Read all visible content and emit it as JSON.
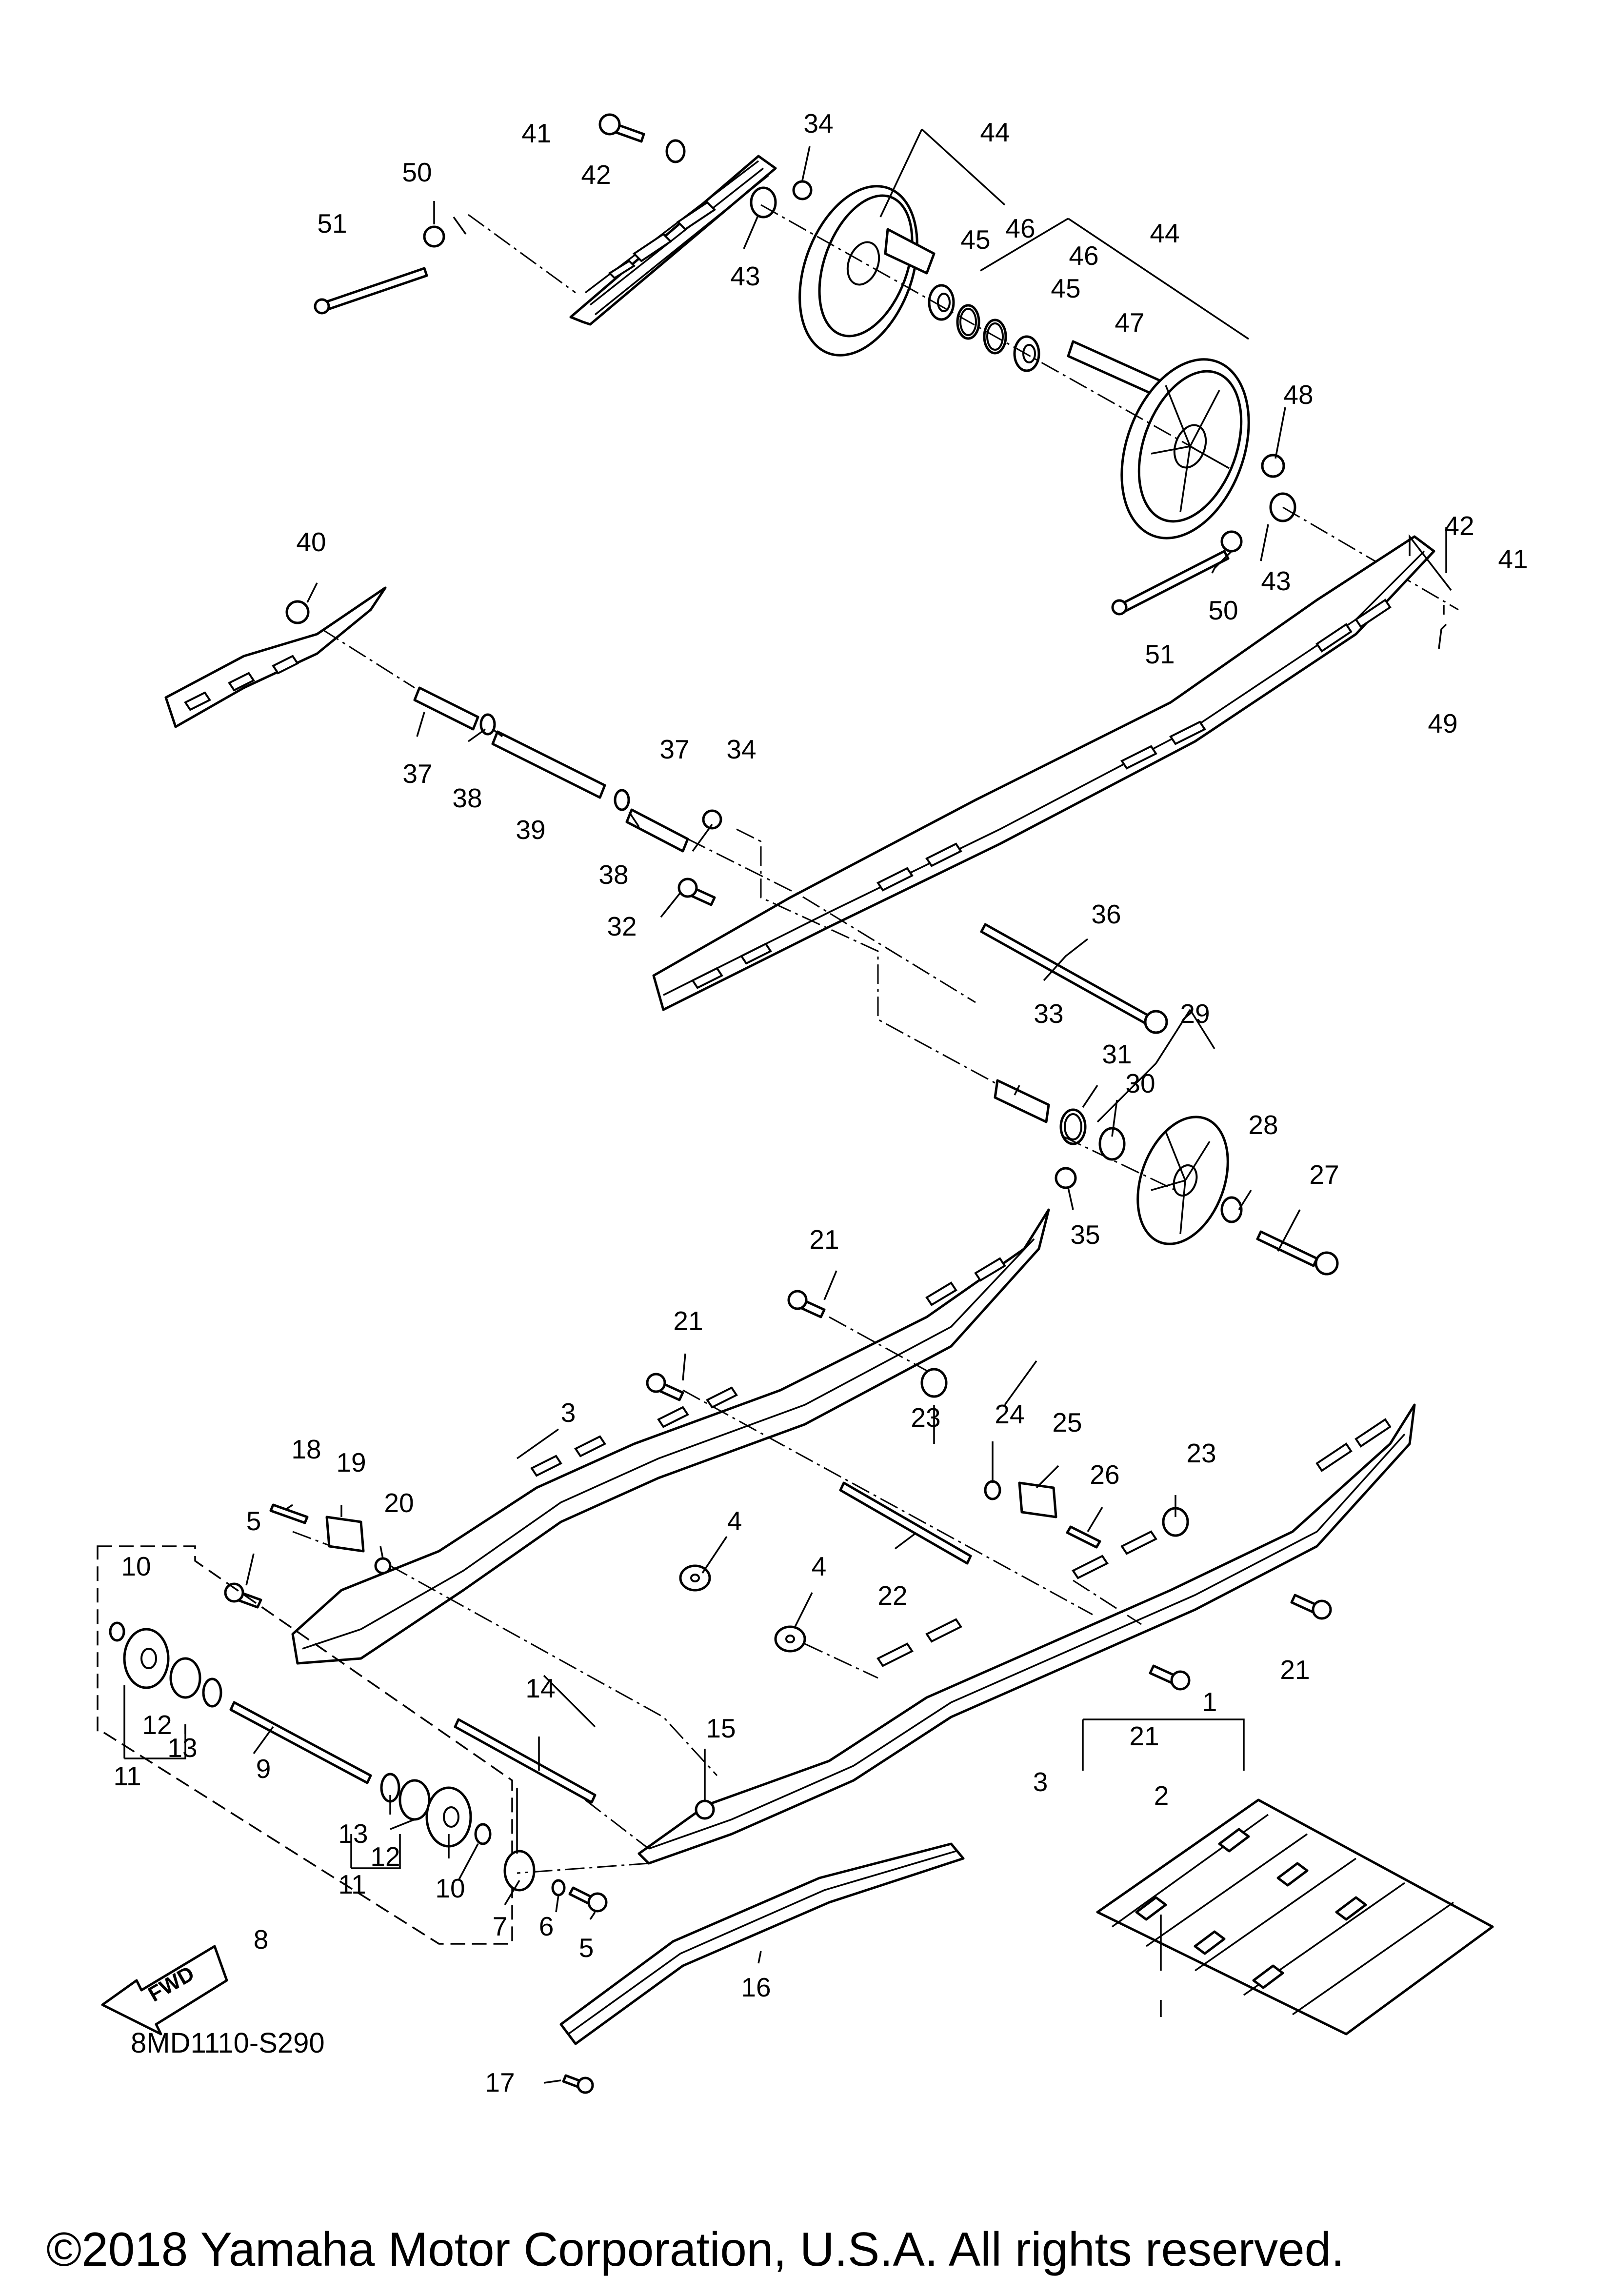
{
  "diagram_code": "8MD1110-S290",
  "fwd_label": "FWD",
  "copyright": "©2018 Yamaha Motor Corporation, U.S.A. All rights reserved.",
  "callouts": [
    {
      "id": "c41a",
      "text": "41"
    },
    {
      "id": "c42a",
      "text": "42"
    },
    {
      "id": "c34a",
      "text": "34"
    },
    {
      "id": "c44a",
      "text": "44"
    },
    {
      "id": "c50a",
      "text": "50"
    },
    {
      "id": "c51a",
      "text": "51"
    },
    {
      "id": "c43a",
      "text": "43"
    },
    {
      "id": "c45a",
      "text": "45"
    },
    {
      "id": "c46a",
      "text": "46"
    },
    {
      "id": "c44b",
      "text": "44"
    },
    {
      "id": "c46b",
      "text": "46"
    },
    {
      "id": "c45b",
      "text": "45"
    },
    {
      "id": "c47",
      "text": "47"
    },
    {
      "id": "c48",
      "text": "48"
    },
    {
      "id": "c40",
      "text": "40"
    },
    {
      "id": "c42b",
      "text": "42"
    },
    {
      "id": "c41b",
      "text": "41"
    },
    {
      "id": "c50b",
      "text": "50"
    },
    {
      "id": "c43b",
      "text": "43"
    },
    {
      "id": "c51b",
      "text": "51"
    },
    {
      "id": "c49",
      "text": "49"
    },
    {
      "id": "c37a",
      "text": "37"
    },
    {
      "id": "c38a",
      "text": "38"
    },
    {
      "id": "c39",
      "text": "39"
    },
    {
      "id": "c37b",
      "text": "37"
    },
    {
      "id": "c34b",
      "text": "34"
    },
    {
      "id": "c38b",
      "text": "38"
    },
    {
      "id": "c32",
      "text": "32"
    },
    {
      "id": "c36",
      "text": "36"
    },
    {
      "id": "c33",
      "text": "33"
    },
    {
      "id": "c29",
      "text": "29"
    },
    {
      "id": "c31",
      "text": "31"
    },
    {
      "id": "c30",
      "text": "30"
    },
    {
      "id": "c28",
      "text": "28"
    },
    {
      "id": "c27",
      "text": "27"
    },
    {
      "id": "c35",
      "text": "35"
    },
    {
      "id": "c21a",
      "text": "21"
    },
    {
      "id": "c21b",
      "text": "21"
    },
    {
      "id": "c3a",
      "text": "3"
    },
    {
      "id": "c23a",
      "text": "23"
    },
    {
      "id": "c24",
      "text": "24"
    },
    {
      "id": "c25",
      "text": "25"
    },
    {
      "id": "c23b",
      "text": "23"
    },
    {
      "id": "c26",
      "text": "26"
    },
    {
      "id": "c18",
      "text": "18"
    },
    {
      "id": "c19",
      "text": "19"
    },
    {
      "id": "c20",
      "text": "20"
    },
    {
      "id": "c5a",
      "text": "5"
    },
    {
      "id": "c4a",
      "text": "4"
    },
    {
      "id": "c4b",
      "text": "4"
    },
    {
      "id": "c22",
      "text": "22"
    },
    {
      "id": "c10a",
      "text": "10"
    },
    {
      "id": "c21c",
      "text": "21"
    },
    {
      "id": "c14",
      "text": "14"
    },
    {
      "id": "c12a",
      "text": "12"
    },
    {
      "id": "c13a",
      "text": "13"
    },
    {
      "id": "c11a",
      "text": "11"
    },
    {
      "id": "c9",
      "text": "9"
    },
    {
      "id": "c21d",
      "text": "21"
    },
    {
      "id": "c1",
      "text": "1"
    },
    {
      "id": "c15",
      "text": "15"
    },
    {
      "id": "c3b",
      "text": "3"
    },
    {
      "id": "c2",
      "text": "2"
    },
    {
      "id": "c13b",
      "text": "13"
    },
    {
      "id": "c12b",
      "text": "12"
    },
    {
      "id": "c11b",
      "text": "11"
    },
    {
      "id": "c10b",
      "text": "10"
    },
    {
      "id": "c7",
      "text": "7"
    },
    {
      "id": "c6",
      "text": "6"
    },
    {
      "id": "c5b",
      "text": "5"
    },
    {
      "id": "c8",
      "text": "8"
    },
    {
      "id": "c16",
      "text": "16"
    },
    {
      "id": "c17",
      "text": "17"
    }
  ]
}
